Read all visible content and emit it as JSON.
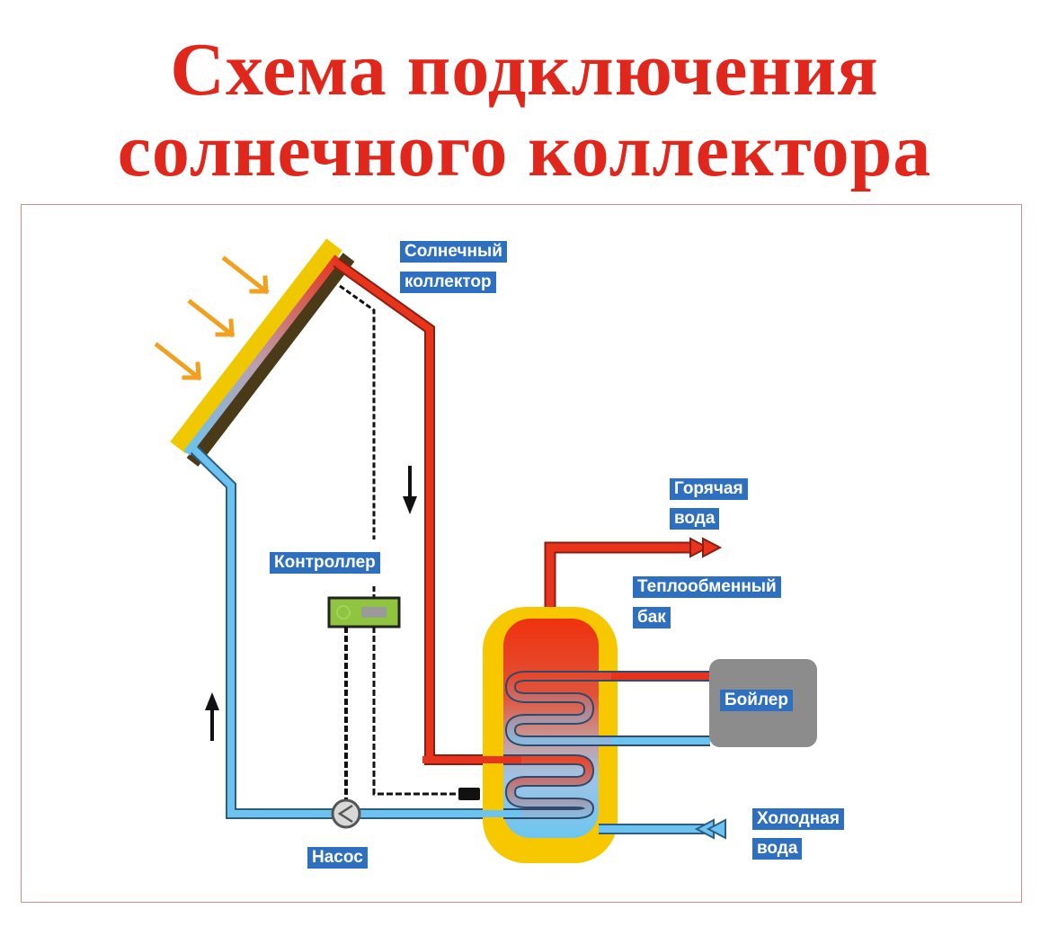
{
  "title": {
    "line1": "Схема подключения",
    "line2": "солнечного коллектора"
  },
  "labels": {
    "collector_line1": "Солнечный",
    "collector_line2": "коллектор",
    "hot_water_line1": "Горячая",
    "hot_water_line2": "вода",
    "tank_line1": "Теплообменный",
    "tank_line2": "бак",
    "controller": "Контроллер",
    "boiler": "Бойлер",
    "cold_water_line1": "Холодная",
    "cold_water_line2": "вода",
    "pump": "Насос"
  },
  "colors": {
    "title": "#e1261c",
    "label_bg": "#2e6fc0",
    "hot_pipe": "#e8341c",
    "cold_pipe": "#6cc3ef",
    "tank_insulation": "#f7c800",
    "sun_rays": "#f2a01f",
    "controller": "#8fc43f",
    "boiler": "#8c8c8c"
  }
}
